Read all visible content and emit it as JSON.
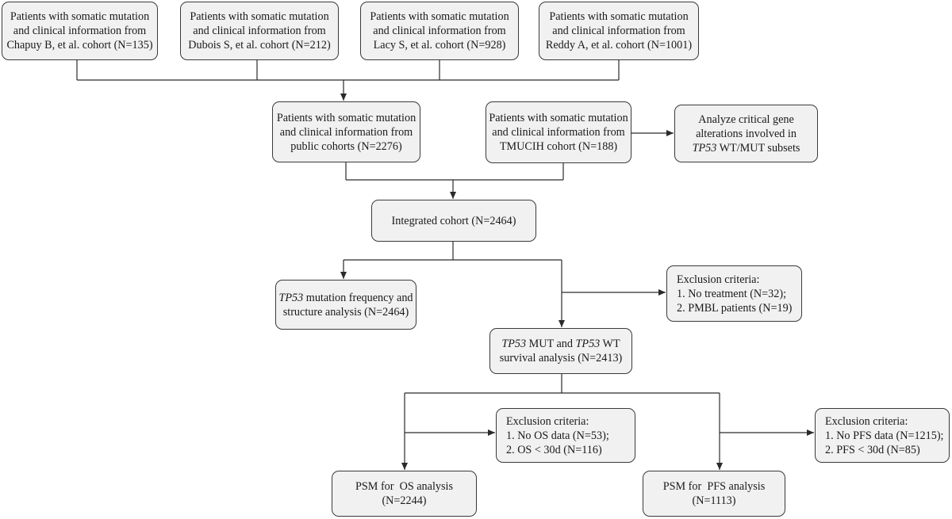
{
  "nodes": {
    "chapuy": [
      "Patients with somatic mutation",
      "and clinical information from",
      "Chapuy B, et al. cohort (N=135)"
    ],
    "dubois": [
      "Patients with somatic mutation",
      "and clinical information from",
      "Dubois S, et al. cohort (N=212)"
    ],
    "lacy": [
      "Patients with somatic mutation",
      "and clinical information from",
      "Lacy S, et al. cohort (N=928)"
    ],
    "reddy": [
      "Patients with somatic mutation",
      "and clinical information from",
      "Reddy A, et al. cohort (N=1001)"
    ],
    "public": [
      "Patients with somatic mutation",
      "and clinical information from",
      "public cohorts (N=2276)"
    ],
    "tmucih": [
      "Patients with somatic mutation",
      "and clinical information from",
      "TMUCIH cohort (N=188)"
    ],
    "analyze": {
      "line1": "Analyze critical gene",
      "line2": "alterations involved in",
      "line3_italic": "TP53",
      "line3_rest": " WT/MUT subsets"
    },
    "integrated": "Integrated cohort (N=2464)",
    "mutation_freq": {
      "line1_italic": "TP53",
      "line1_rest": " mutation frequency and",
      "line2": "structure analysis (N=2464)"
    },
    "exclusion1": [
      "Exclusion criteria:",
      "1. No treatment (N=32);",
      "2. PMBL patients (N=19)"
    ],
    "survival": {
      "a_italic": "TP53",
      "a_rest": " MUT and ",
      "b_italic": "TP53",
      "b_rest": " WT",
      "line2": "survival analysis (N=2413)"
    },
    "exclusion_os": [
      "Exclusion criteria:",
      "1. No OS data (N=53);",
      "2. OS < 30d (N=116)"
    ],
    "exclusion_pfs": [
      "Exclusion criteria:",
      "1. No PFS data (N=1215);",
      "2. PFS < 30d (N=85)"
    ],
    "psm_os": [
      "PSM for  OS analysis",
      "(N=2244)"
    ],
    "psm_pfs": [
      "PSM for  PFS analysis",
      "(N=1113)"
    ]
  },
  "colors": {
    "box_fill": "#f1f1f1",
    "box_stroke": "#3a3a3a",
    "line": "#2a2a2a"
  }
}
